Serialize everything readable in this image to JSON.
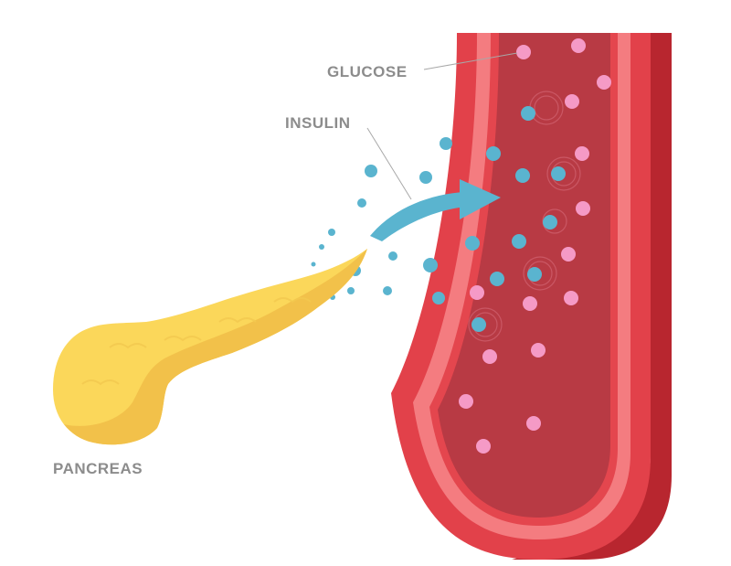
{
  "labels": {
    "glucose": "GLUCOSE",
    "insulin": "INSULIN",
    "pancreas": "PANCREAS"
  },
  "colors": {
    "label_text": "#8c8c8c",
    "leader_line": "#a8a8a8",
    "vessel_outer": "#e2414a",
    "vessel_side": "#b8262f",
    "vessel_wall": "#f47c80",
    "vessel_wall_inner": "#e4464e",
    "blood": "#b83a44",
    "glucose": "#f59ac6",
    "insulin": "#5ab4cf",
    "arrow": "#5ab4cf",
    "pancreas_light": "#fbd75a",
    "pancreas_dark": "#f2c14a"
  }
}
